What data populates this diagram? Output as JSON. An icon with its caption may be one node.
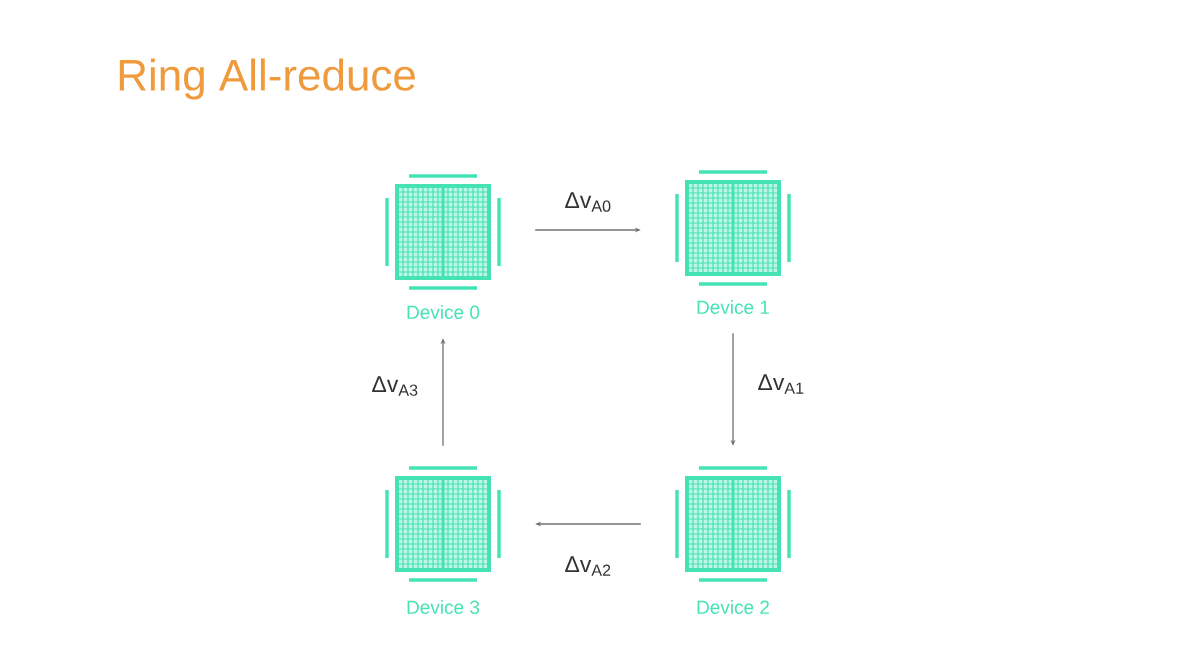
{
  "diagram": {
    "title": "Ring All-reduce",
    "nodes": [
      {
        "text": [
          "Device 0"
        ]
      },
      {
        "text": [
          "Device 1"
        ]
      },
      {
        "text": [
          "Device 2"
        ]
      },
      {
        "text": [
          "Device 3"
        ]
      }
    ],
    "edges": [
      {
        "from": 0,
        "to": 1,
        "arrow": "to",
        "label": "Δv$_{A0}$"
      },
      {
        "from": 1,
        "to": 2,
        "arrow": "to",
        "label": "Δv$_{A1}$"
      },
      {
        "from": 2,
        "to": 3,
        "arrow": "to",
        "label": "Δv$_{A2}$"
      },
      {
        "from": 3,
        "to": 0,
        "arrow": "to",
        "label": "Δv$_{A3}$"
      }
    ]
  }
}
